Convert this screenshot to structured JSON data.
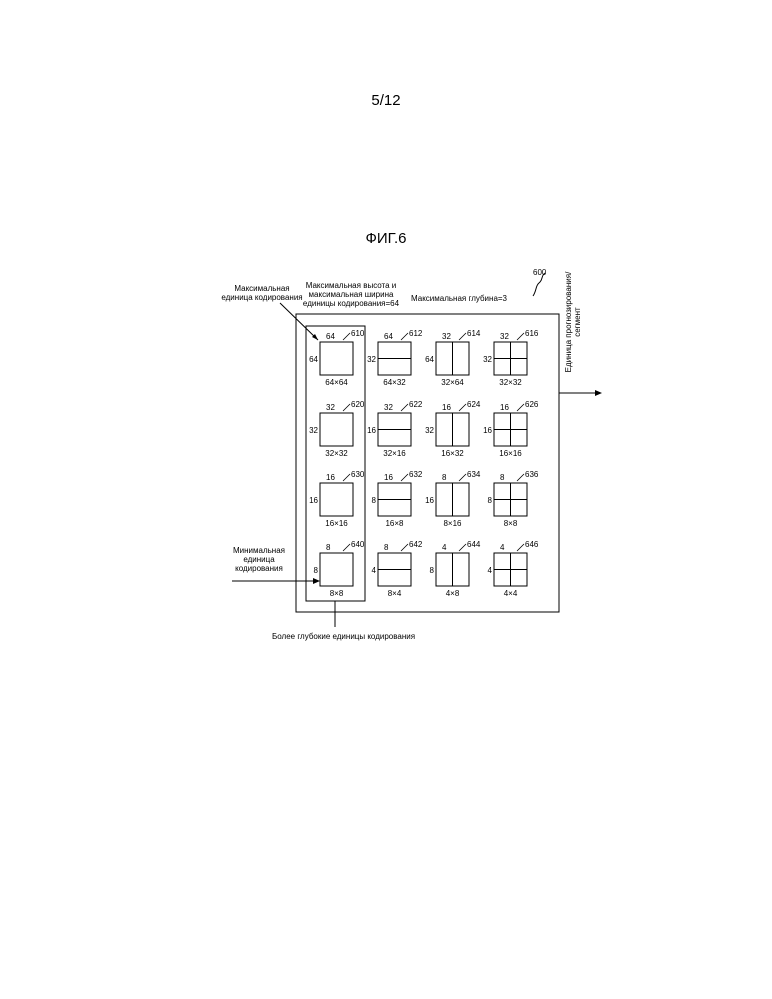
{
  "page_number": "5/12",
  "figure_title": "ФИГ.6",
  "ref_600": "600",
  "labels": {
    "max_unit_line1": "Максимальная",
    "max_unit_line2": "единица кодирования",
    "max_hw_line1": "Максимальная высота и",
    "max_hw_line2": "максимальная ширина",
    "max_hw_line3": "единицы кодирования=64",
    "max_depth": "Максимальная глубина=3",
    "min_unit_line1": "Минимальная",
    "min_unit_line2": "единица",
    "min_unit_line3": "кодирования",
    "deeper_units": "Более глубокие единицы кодирования",
    "prediction_line1": "Единица прогнозирования/",
    "prediction_line2": "сегмент"
  },
  "blocks": [
    {
      "ref": "610",
      "top": "64",
      "left": "64",
      "size": "64×64",
      "split": "none"
    },
    {
      "ref": "612",
      "top": "64",
      "left": "32",
      "size": "64×32",
      "split": "h"
    },
    {
      "ref": "614",
      "top": "32",
      "left": "64",
      "size": "32×64",
      "split": "v"
    },
    {
      "ref": "616",
      "top": "32",
      "left": "32",
      "size": "32×32",
      "split": "hv"
    },
    {
      "ref": "620",
      "top": "32",
      "left": "32",
      "size": "32×32",
      "split": "none"
    },
    {
      "ref": "622",
      "top": "32",
      "left": "16",
      "size": "32×16",
      "split": "h"
    },
    {
      "ref": "624",
      "top": "16",
      "left": "32",
      "size": "16×32",
      "split": "v"
    },
    {
      "ref": "626",
      "top": "16",
      "left": "16",
      "size": "16×16",
      "split": "hv"
    },
    {
      "ref": "630",
      "top": "16",
      "left": "16",
      "size": "16×16",
      "split": "none"
    },
    {
      "ref": "632",
      "top": "16",
      "left": "8",
      "size": "16×8",
      "split": "h"
    },
    {
      "ref": "634",
      "top": "8",
      "left": "16",
      "size": "8×16",
      "split": "v"
    },
    {
      "ref": "636",
      "top": "8",
      "left": "8",
      "size": "8×8",
      "split": "hv"
    },
    {
      "ref": "640",
      "top": "8",
      "left": "8",
      "size": "8×8",
      "split": "none"
    },
    {
      "ref": "642",
      "top": "8",
      "left": "4",
      "size": "8×4",
      "split": "h"
    },
    {
      "ref": "644",
      "top": "4",
      "left": "8",
      "size": "4×8",
      "split": "v"
    },
    {
      "ref": "646",
      "top": "4",
      "left": "4",
      "size": "4×4",
      "split": "hv"
    }
  ]
}
